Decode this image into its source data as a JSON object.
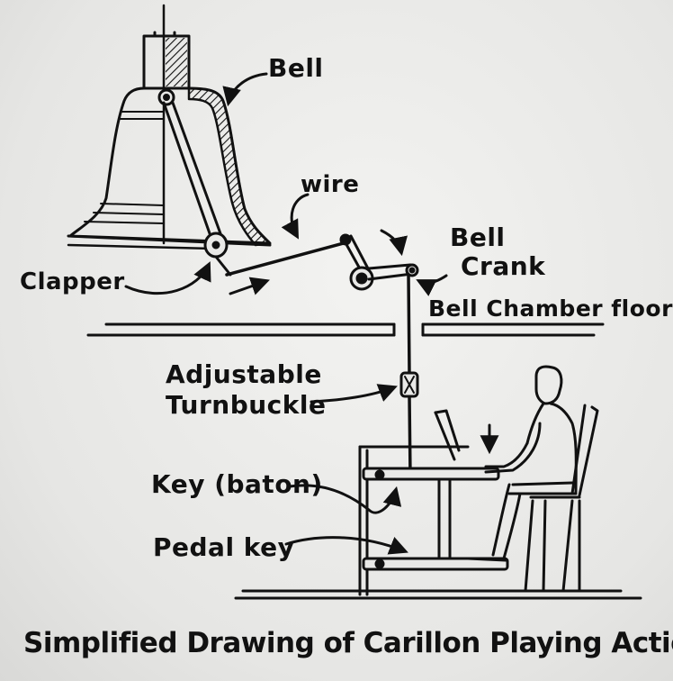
{
  "title": "Simplified Drawing of Carillon Playing Action",
  "labels": {
    "bell": "Bell",
    "wire": "wire",
    "bell_crank_line1": "Bell",
    "bell_crank_line2": "Crank",
    "clapper": "Clapper",
    "bell_chamber_floor": "Bell Chamber floor",
    "turnbuckle_line1": "Adjustable",
    "turnbuckle_line2": "Turnbuckle",
    "key": "Key (baton)",
    "pedal_key": "Pedal key"
  }
}
